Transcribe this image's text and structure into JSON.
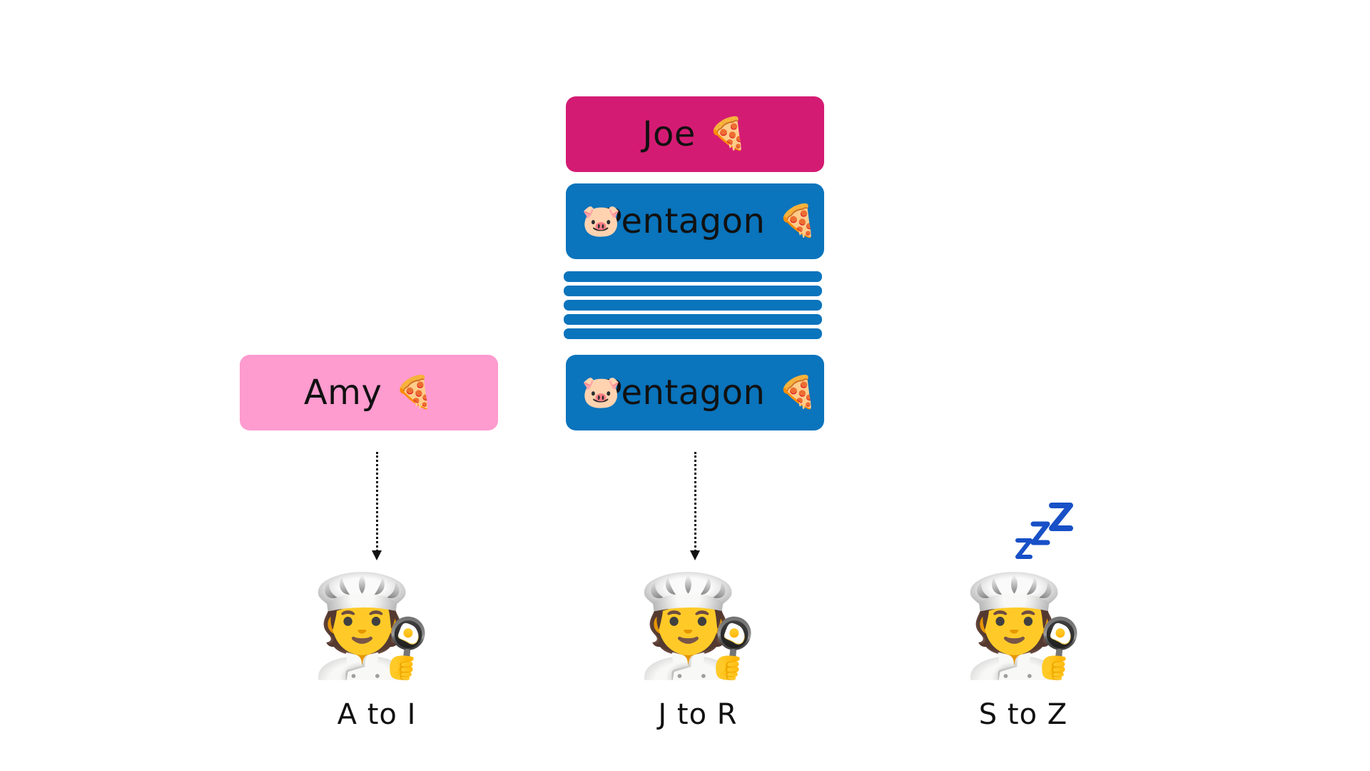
{
  "colors": {
    "joe": "#D41B73",
    "pentagon": "#0A74BC",
    "amy": "#FE9BCF",
    "zzz": "#1850C7",
    "arrow": "#111111"
  },
  "orders": {
    "joe": {
      "name": "Joe",
      "pizza_icon": "🍕"
    },
    "pentagon_top": {
      "name": "Pentagon",
      "pig_icon": "🐷",
      "pizza_icon": "🍕"
    },
    "pentagon_bottom": {
      "name": "Pentagon",
      "pig_icon": "🐷",
      "pizza_icon": "🍕"
    },
    "amy": {
      "name": "Amy",
      "pizza_icon": "🍕"
    }
  },
  "stacked_order_lines": 5,
  "chefs": [
    {
      "icon": "🧑‍🍳",
      "range": "A to I"
    },
    {
      "icon": "🧑‍🍳",
      "range": "J to R"
    },
    {
      "icon": "🧑‍🍳",
      "range": "S to Z",
      "sleeping": true
    }
  ]
}
